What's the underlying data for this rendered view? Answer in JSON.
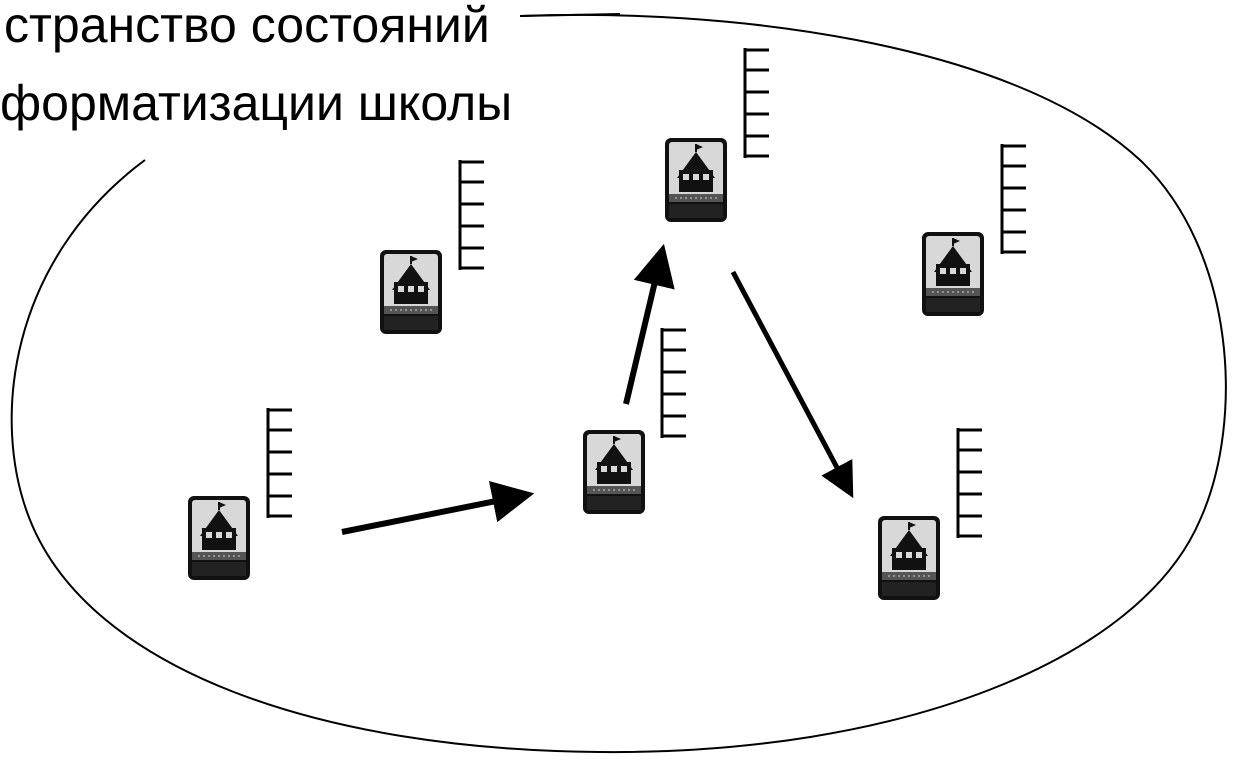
{
  "title": {
    "line1": "странство состояний",
    "line2": "форматизации школы"
  },
  "colors": {
    "ink": "#000000",
    "background": "#ffffff",
    "icon_frame": "#cfcfcf"
  },
  "icons": [
    {
      "name": "school-icon",
      "count": 6
    }
  ],
  "scales": [
    {
      "name": "level-scale",
      "count": 6
    }
  ]
}
